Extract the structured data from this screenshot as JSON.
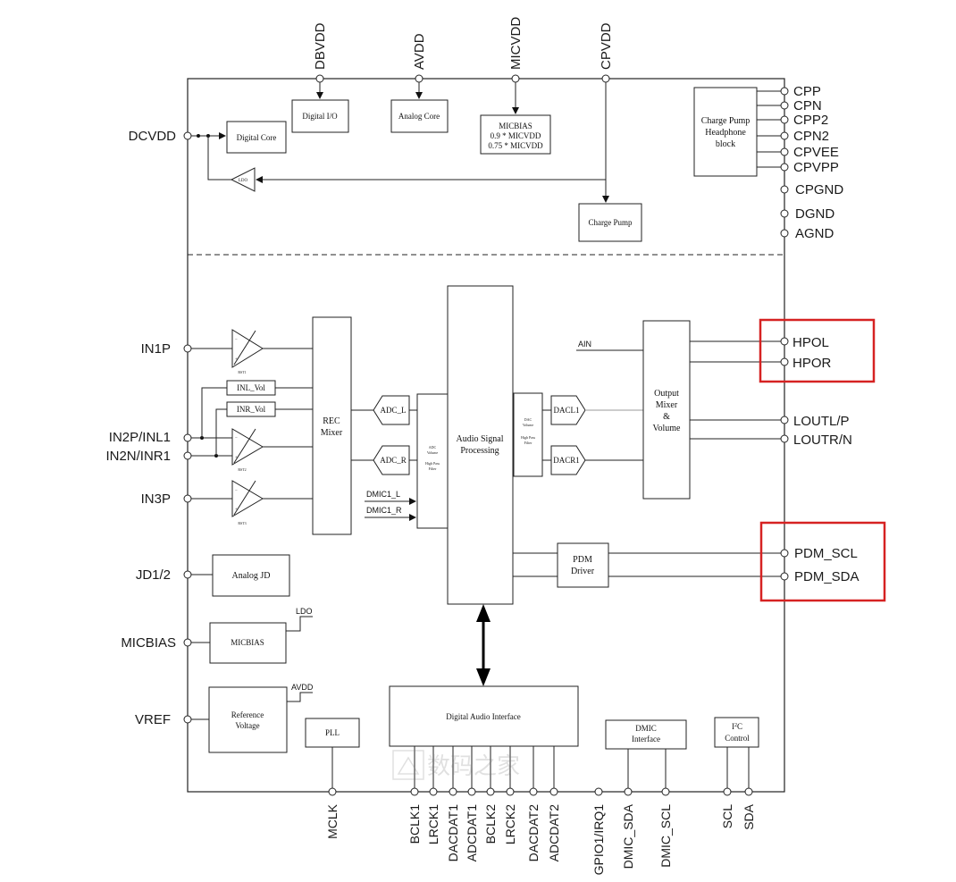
{
  "top_pins": [
    "DBVDD",
    "AVDD",
    "MICVDD",
    "CPVDD"
  ],
  "right_pins": [
    "CPP",
    "CPN",
    "CPP2",
    "CPN2",
    "CPVEE",
    "CPVPP",
    "CPGND",
    "DGND",
    "AGND"
  ],
  "right_outputs": [
    "HPOL",
    "HPOR",
    "LOUTL/P",
    "LOUTR/N",
    "PDM_SCL",
    "PDM_SDA"
  ],
  "left_pins": [
    "DCVDD",
    "IN1P",
    "IN2P/INL1",
    "IN2N/INR1",
    "IN3P",
    "JD1/2",
    "MICBIAS",
    "VREF"
  ],
  "bottom_pins": [
    "MCLK",
    "BCLK1",
    "LRCK1",
    "DACDAT1",
    "ADCDAT1",
    "BCLK2",
    "LRCK2",
    "DACDAT2",
    "ADCDAT2",
    "GPIO1/IRQ1",
    "DMIC_SDA",
    "DMIC_SCL",
    "SCL",
    "SDA"
  ],
  "blocks": {
    "digital_io": "Digital I/O",
    "analog_core": "Analog Core",
    "micbias_supply": [
      "MICBIAS",
      "0.9 * MICVDD",
      "0.75 * MICVDD"
    ],
    "digital_core": "Digital Core",
    "ldo": "LDO",
    "charge_pump_hp": [
      "Charge Pump",
      "Headphone",
      "block"
    ],
    "charge_pump": "Charge Pump",
    "rec_mixer": [
      "REC",
      "Mixer"
    ],
    "inl_vol": "INL_Vol",
    "inr_vol": "INR_Vol",
    "rst1": "RST1",
    "rst2": "RST2",
    "rst3": "RST3",
    "adc_l": "ADC_L",
    "adc_r": "ADC_R",
    "adc_volume": [
      "ADC",
      "Volume",
      "High Pass",
      "Filter"
    ],
    "dmic1_l": "DMIC1_L",
    "dmic1_r": "DMIC1_R",
    "asp": [
      "Audio Signal",
      "Processing"
    ],
    "dac_volume": [
      "DAC",
      "Volume",
      "High Pass",
      "Filter"
    ],
    "dacl1": "DACL1",
    "dacr1": "DACR1",
    "ain": "AIN",
    "output_mixer": [
      "Output",
      "Mixer",
      "&",
      "Volume"
    ],
    "pdm_driver": [
      "PDM",
      "Driver"
    ],
    "analog_jd": "Analog JD",
    "micbias": "MICBIAS",
    "ldo_small": "LDO",
    "reference_voltage": [
      "Reference",
      "Voltage"
    ],
    "avdd_small": "AVDD",
    "pll": "PLL",
    "dai": "Digital Audio Interface",
    "dmic_interface": [
      "DMIC",
      "Interface"
    ],
    "i2c_control": [
      "I",
      "2",
      "C",
      "Control"
    ]
  },
  "watermark": "数码之家",
  "highlight_color": "#d62222"
}
